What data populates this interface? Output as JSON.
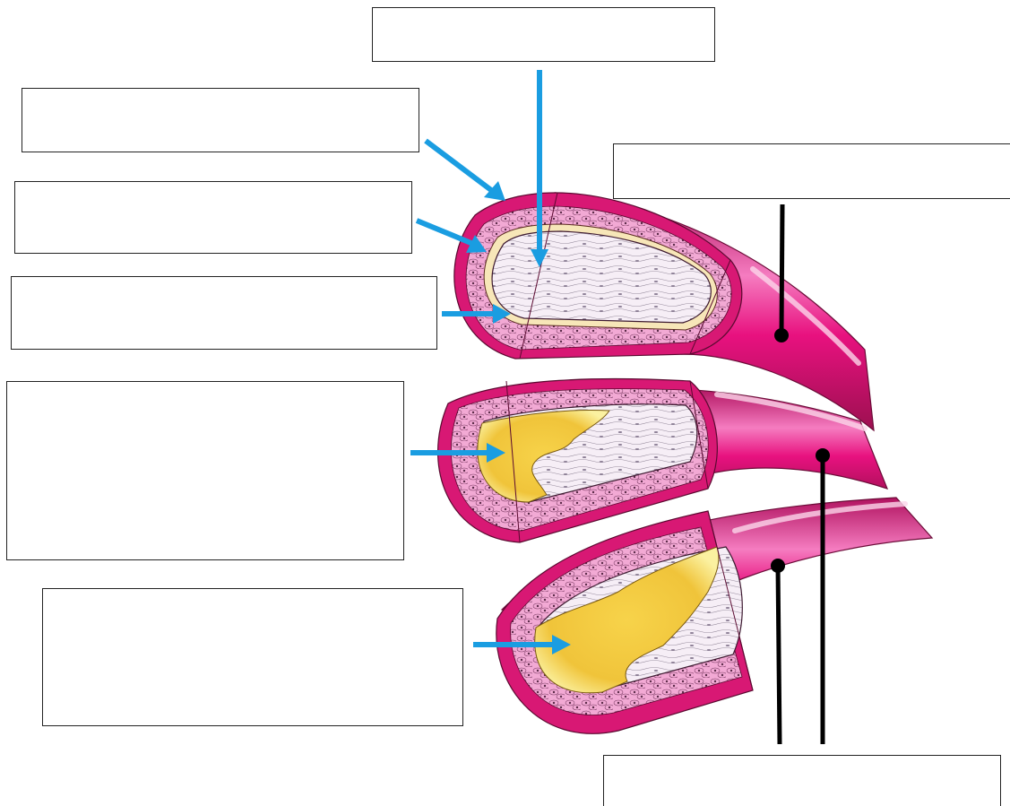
{
  "labels": {
    "top_center": "",
    "left_1": "",
    "left_2": "",
    "left_3": "",
    "left_4": "",
    "left_5": "",
    "right_top": "",
    "bottom_right": ""
  },
  "colors": {
    "outer_wall": "#e8117f",
    "outer_wall_dark": "#9c1050",
    "outer_wall_light": "#f27bbb",
    "media": "#f0a6d2",
    "intima": "#fbe8f3",
    "lumen": "#ece7f0",
    "plaque": "#f1cf3e",
    "plaque_light": "#fdf3a8",
    "arrow": "#1a9de1",
    "pointer": "#000000",
    "border": "#222222"
  },
  "icons": {
    "arrow": "blue-arrow-icon",
    "pointer": "leader-line-icon"
  },
  "vessels": [
    {
      "name": "normal-artery",
      "plaque_fraction": 0.0
    },
    {
      "name": "partially-narrowed-artery",
      "plaque_fraction": 0.35
    },
    {
      "name": "severely-narrowed-artery",
      "plaque_fraction": 0.7
    }
  ]
}
